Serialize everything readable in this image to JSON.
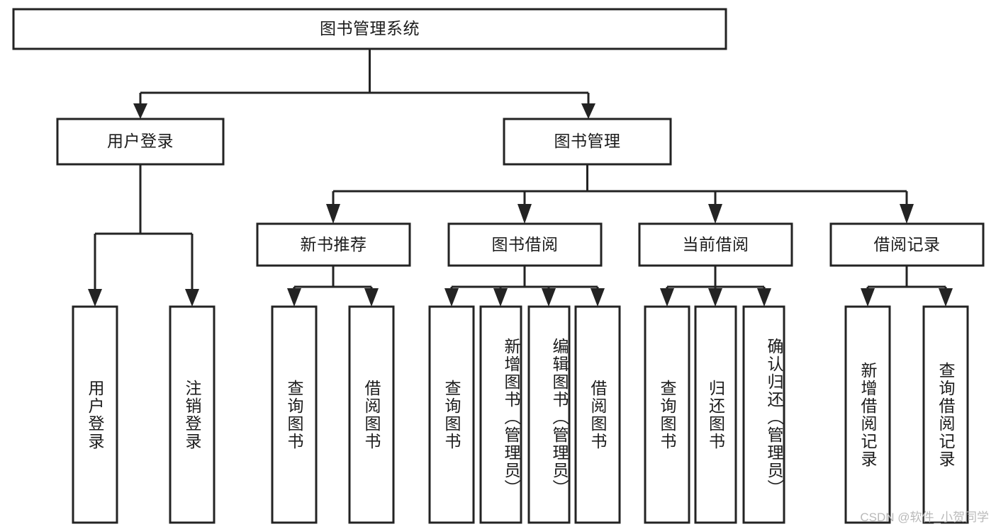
{
  "diagram": {
    "title": "图书管理系统",
    "type": "tree-hierarchy-diagram",
    "colors": {
      "stroke": "#232323",
      "box_fill": "#ffffff",
      "background": "#ffffff",
      "text": "#1b1b1b",
      "watermark": "#b9b9b9"
    },
    "root": {
      "label": "图书管理系统"
    },
    "level2": [
      {
        "label": "用户登录"
      },
      {
        "label": "图书管理"
      }
    ],
    "level3": [
      {
        "label": "新书推荐"
      },
      {
        "label": "图书借阅"
      },
      {
        "label": "当前借阅"
      },
      {
        "label": "借阅记录"
      }
    ],
    "leaves": {
      "user_login": [
        {
          "label": "用户登录"
        },
        {
          "label": "注销登录"
        }
      ],
      "new_book_recommend": [
        {
          "label": "查询图书"
        },
        {
          "label": "借阅图书"
        }
      ],
      "book_borrow": [
        {
          "label": "查询图书"
        },
        {
          "label": "新增图书（管理员）"
        },
        {
          "label": "编辑图书（管理员）"
        },
        {
          "label": "借阅图书"
        }
      ],
      "current_borrow": [
        {
          "label": "查询图书"
        },
        {
          "label": "归还图书"
        },
        {
          "label": "确认归还（管理员）"
        }
      ],
      "borrow_record": [
        {
          "label": "新增借阅记录"
        },
        {
          "label": "查询借阅记录"
        }
      ]
    }
  },
  "watermark": {
    "text": "CSDN @软件_小贺同学"
  }
}
